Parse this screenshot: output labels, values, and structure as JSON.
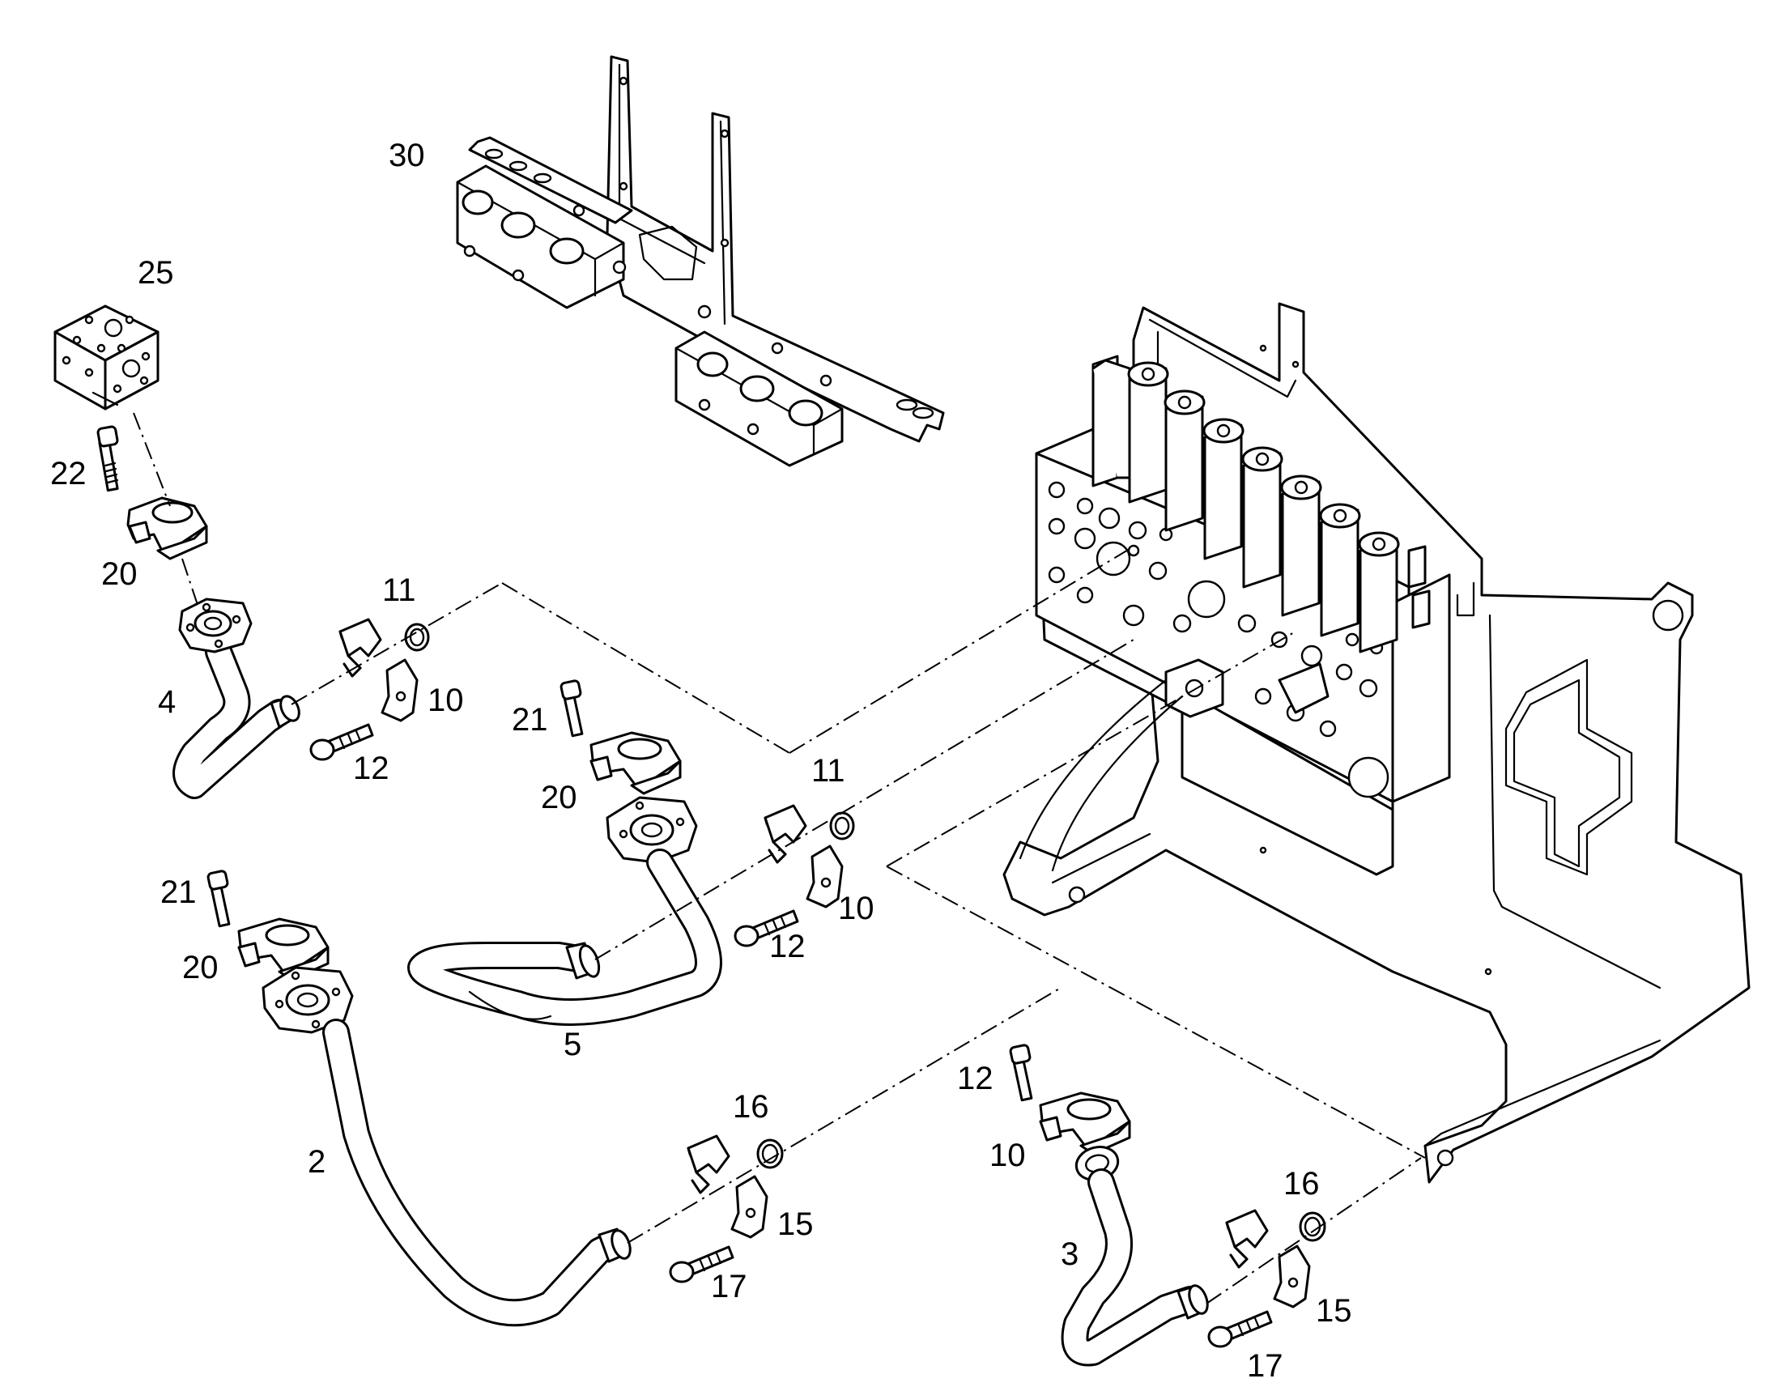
{
  "diagram": {
    "callouts": {
      "p30": "30",
      "p25": "25",
      "p22": "22",
      "p20a": "20",
      "p4": "4",
      "p11a": "11",
      "p10a": "10",
      "p12a": "12",
      "p21a": "21",
      "p20b": "20",
      "p11b": "11",
      "p10b": "10",
      "p12b": "12",
      "p21b": "21",
      "p20c": "20",
      "p5": "5",
      "p2": "2",
      "p16a": "16",
      "p15a": "15",
      "p17a": "17",
      "p12c": "12",
      "p10c": "10",
      "p3": "3",
      "p16b": "16",
      "p15b": "15",
      "p17b": "17"
    }
  }
}
